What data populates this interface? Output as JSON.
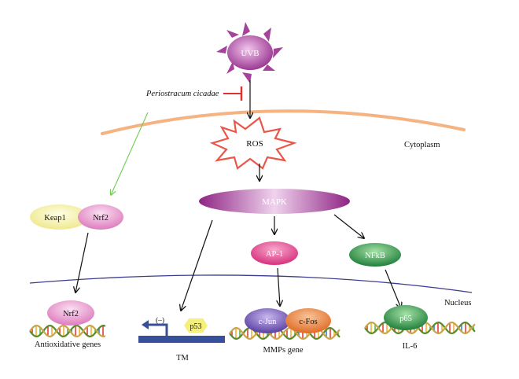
{
  "labels": {
    "uvb": "UVB",
    "periostracum": "Periostracum cicadae",
    "ros": "ROS",
    "cytoplasm": "Cytoplasm",
    "mapk": "MAPK",
    "keap1": "Keap1",
    "nrf2_top": "Nrf2",
    "ap1": "AP-1",
    "nfkb": "NFkB",
    "nucleus": "Nucleus",
    "nrf2_bottom": "Nrf2",
    "antioxidative_genes": "Antioxidative genes",
    "inhibit_sign": "(–)",
    "p53": "p53",
    "tm": "TM",
    "cjun": "c-Jun",
    "cfos": "c-Fos",
    "mmps_gene": "MMPs gene",
    "p65": "p65",
    "il6": "IL-6"
  },
  "colors": {
    "membrane": "#f4b380",
    "nuclear_membrane": "#3b3b8f",
    "uvb": "#a5439b",
    "ros_stroke": "#e8574a",
    "mapk": "#9a2e8c",
    "keap1": "#f6f2a9",
    "nrf2": "#e68fc6",
    "ap1": "#e0448e",
    "nfkb": "#2f9a4a",
    "cjun": "#6a4eb3",
    "cfos": "#e9762f",
    "p53": "#f5ef7c",
    "promoter": "#38509a",
    "inhibit": "#e03030",
    "green_arrow": "#6fcf52"
  }
}
